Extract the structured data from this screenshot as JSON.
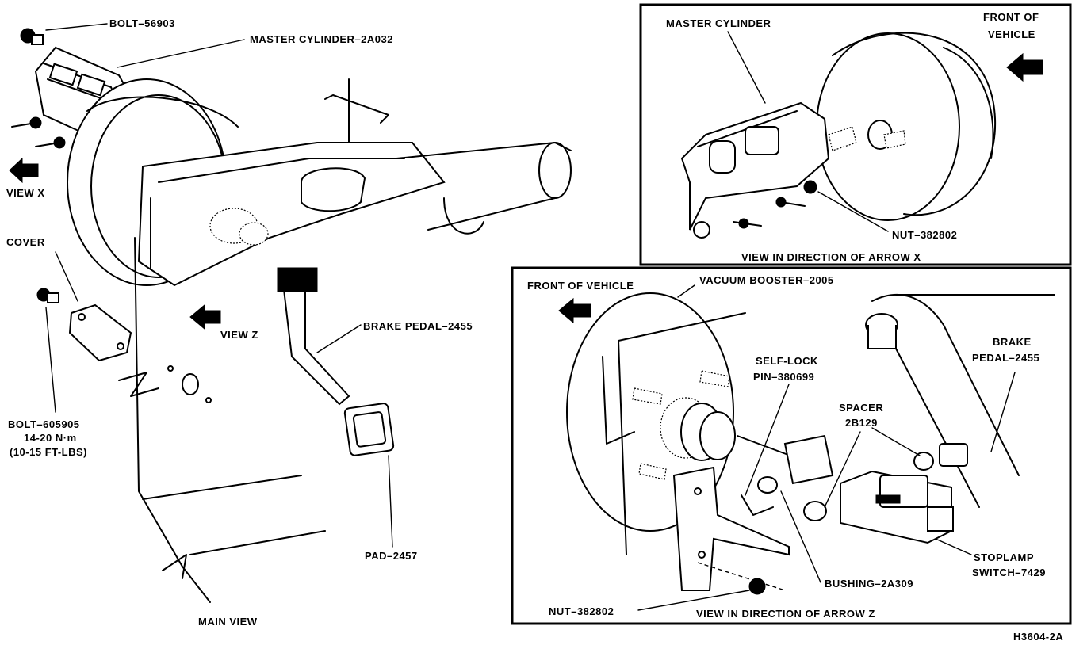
{
  "labels": {
    "main": {
      "bolt_56903": "BOLT–56903",
      "master_cylinder_2a032": "MASTER CYLINDER–2A032",
      "view_x": "VIEW X",
      "cover": "COVER",
      "view_z": "VIEW Z",
      "brake_pedal_2455": "BRAKE PEDAL–2455",
      "bolt_605905": "BOLT–605905",
      "torque_nm": "14-20 N·m",
      "torque_ftlbs": "(10-15 FT-LBS)",
      "pad_2457": "PAD–2457",
      "main_view": "MAIN VIEW"
    },
    "view_x_panel": {
      "master_cylinder": "MASTER CYLINDER",
      "front_of": "FRONT OF",
      "vehicle": "VEHICLE",
      "nut_382802": "NUT–382802",
      "caption": "VIEW IN DIRECTION OF ARROW X"
    },
    "view_z_panel": {
      "front_of_vehicle": "FRONT OF VEHICLE",
      "vacuum_booster_2005": "VACUUM BOOSTER–2005",
      "self_lock": "SELF-LOCK",
      "pin_380699": "PIN–380699",
      "brake": "BRAKE",
      "pedal_2455": "PEDAL–2455",
      "spacer": "SPACER",
      "spacer_num": "2B129",
      "stoplamp": "STOPLAMP",
      "switch_7429": "SWITCH–7429",
      "bushing_2a309": "BUSHING–2A309",
      "nut_382802": "NUT–382802",
      "caption": "VIEW IN DIRECTION OF ARROW Z"
    },
    "figure_id": "H3604-2A"
  },
  "colors": {
    "ink": "#000000",
    "paper": "#ffffff"
  }
}
